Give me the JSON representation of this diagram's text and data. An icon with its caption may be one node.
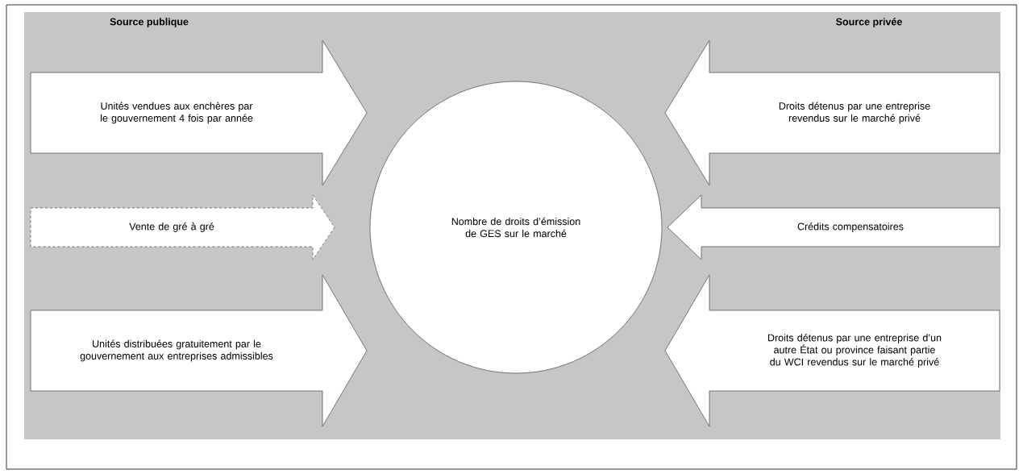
{
  "diagram": {
    "nodes": [
      {
        "text": [
          "Nombre de droits d’émission de GES sur le marché"
        ]
      },
      {
        "text": [
          "Unités vendues aux enchères par le gouvernement 4 fois par année"
        ]
      },
      {
        "text": [
          "Vente de gré à gré"
        ]
      },
      {
        "text": [
          "Unités distribuées gratuitement par le gouvernement aux entreprises admissibles"
        ]
      },
      {
        "text": [
          "Droits détenus par une entreprise revendus sur le marché privé"
        ]
      },
      {
        "text": [
          "Crédits compensatoires"
        ]
      },
      {
        "text": [
          "Droits détenus par une entreprise d’un autre État ou province faisant partie du WCI revendus sur le marché privé"
        ]
      }
    ],
    "labels": [
      "Source publique",
      "Source privée"
    ]
  }
}
